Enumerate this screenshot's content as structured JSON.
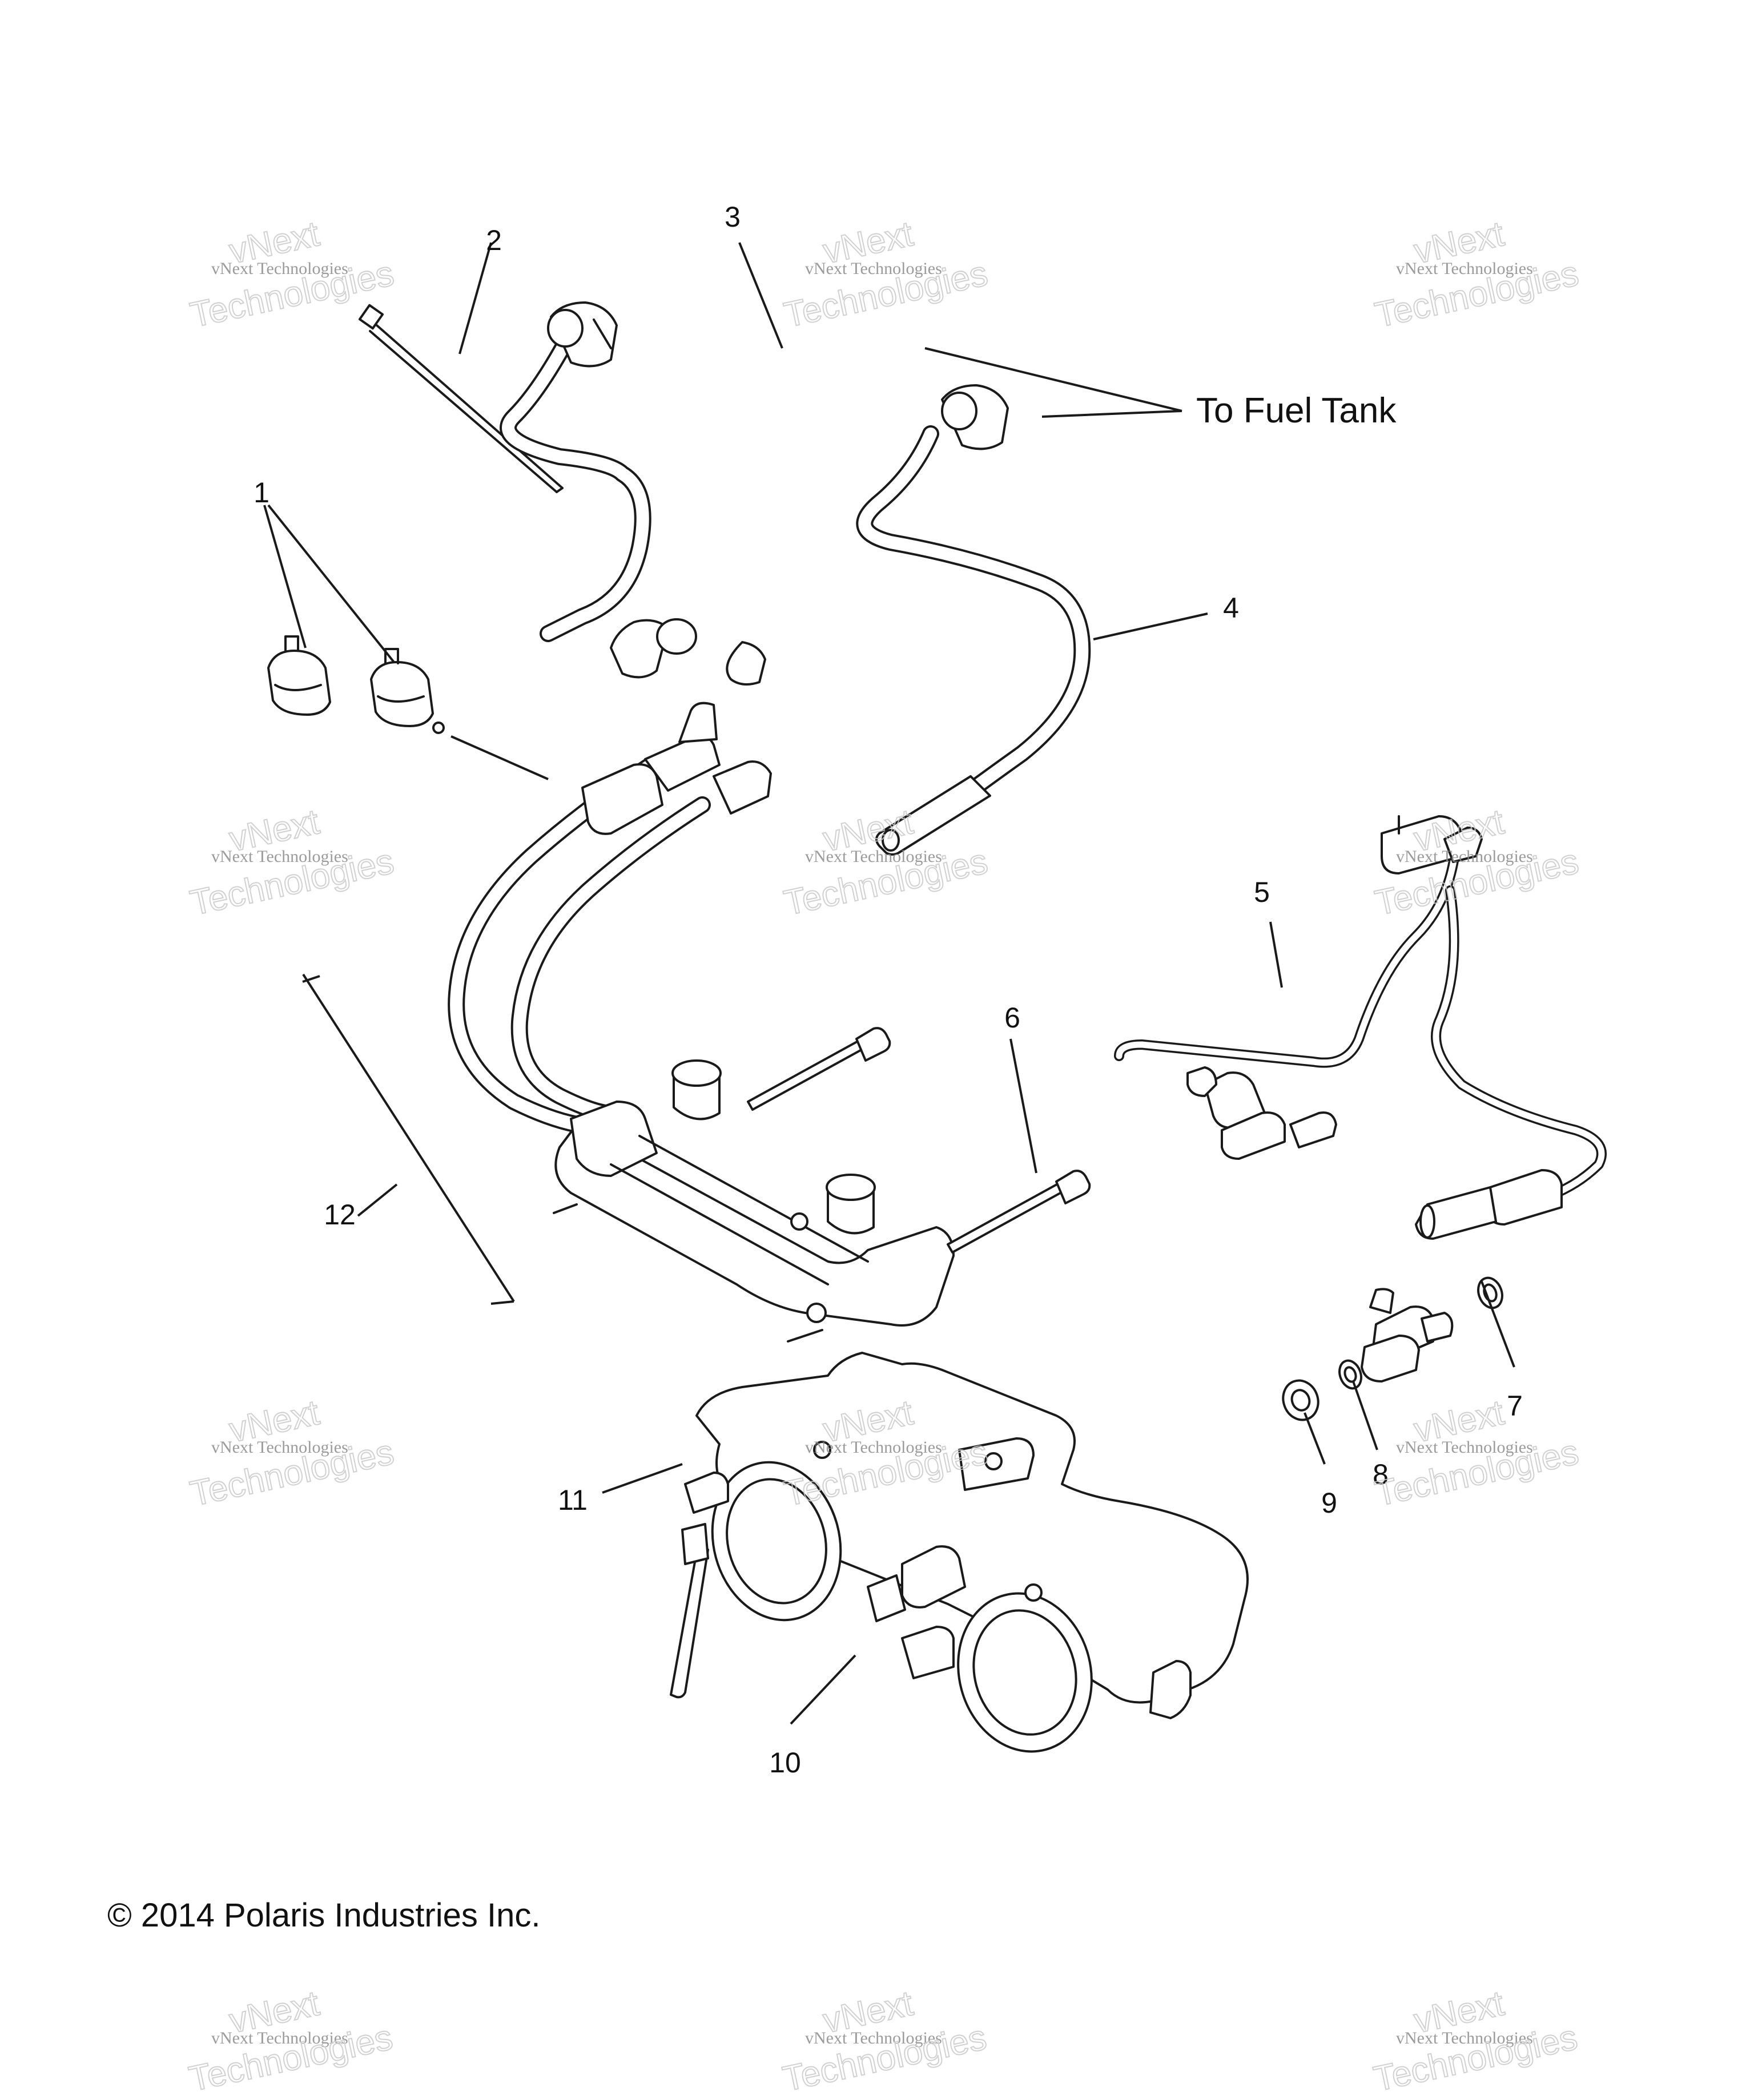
{
  "diagram": {
    "callouts": [
      {
        "id": "1",
        "label": "1"
      },
      {
        "id": "2",
        "label": "2"
      },
      {
        "id": "3",
        "label": "3"
      },
      {
        "id": "4",
        "label": "4"
      },
      {
        "id": "5",
        "label": "5"
      },
      {
        "id": "6",
        "label": "6"
      },
      {
        "id": "7",
        "label": "7"
      },
      {
        "id": "8",
        "label": "8"
      },
      {
        "id": "9",
        "label": "9"
      },
      {
        "id": "10",
        "label": "10"
      },
      {
        "id": "11",
        "label": "11"
      },
      {
        "id": "12",
        "label": "12"
      }
    ],
    "annotation_to_fuel_tank": "To Fuel Tank",
    "copyright": "© 2014 Polaris Industries Inc."
  },
  "watermark": {
    "brand": "vNext",
    "line_small": "vNext Technologies",
    "line_large": "Technologies"
  }
}
